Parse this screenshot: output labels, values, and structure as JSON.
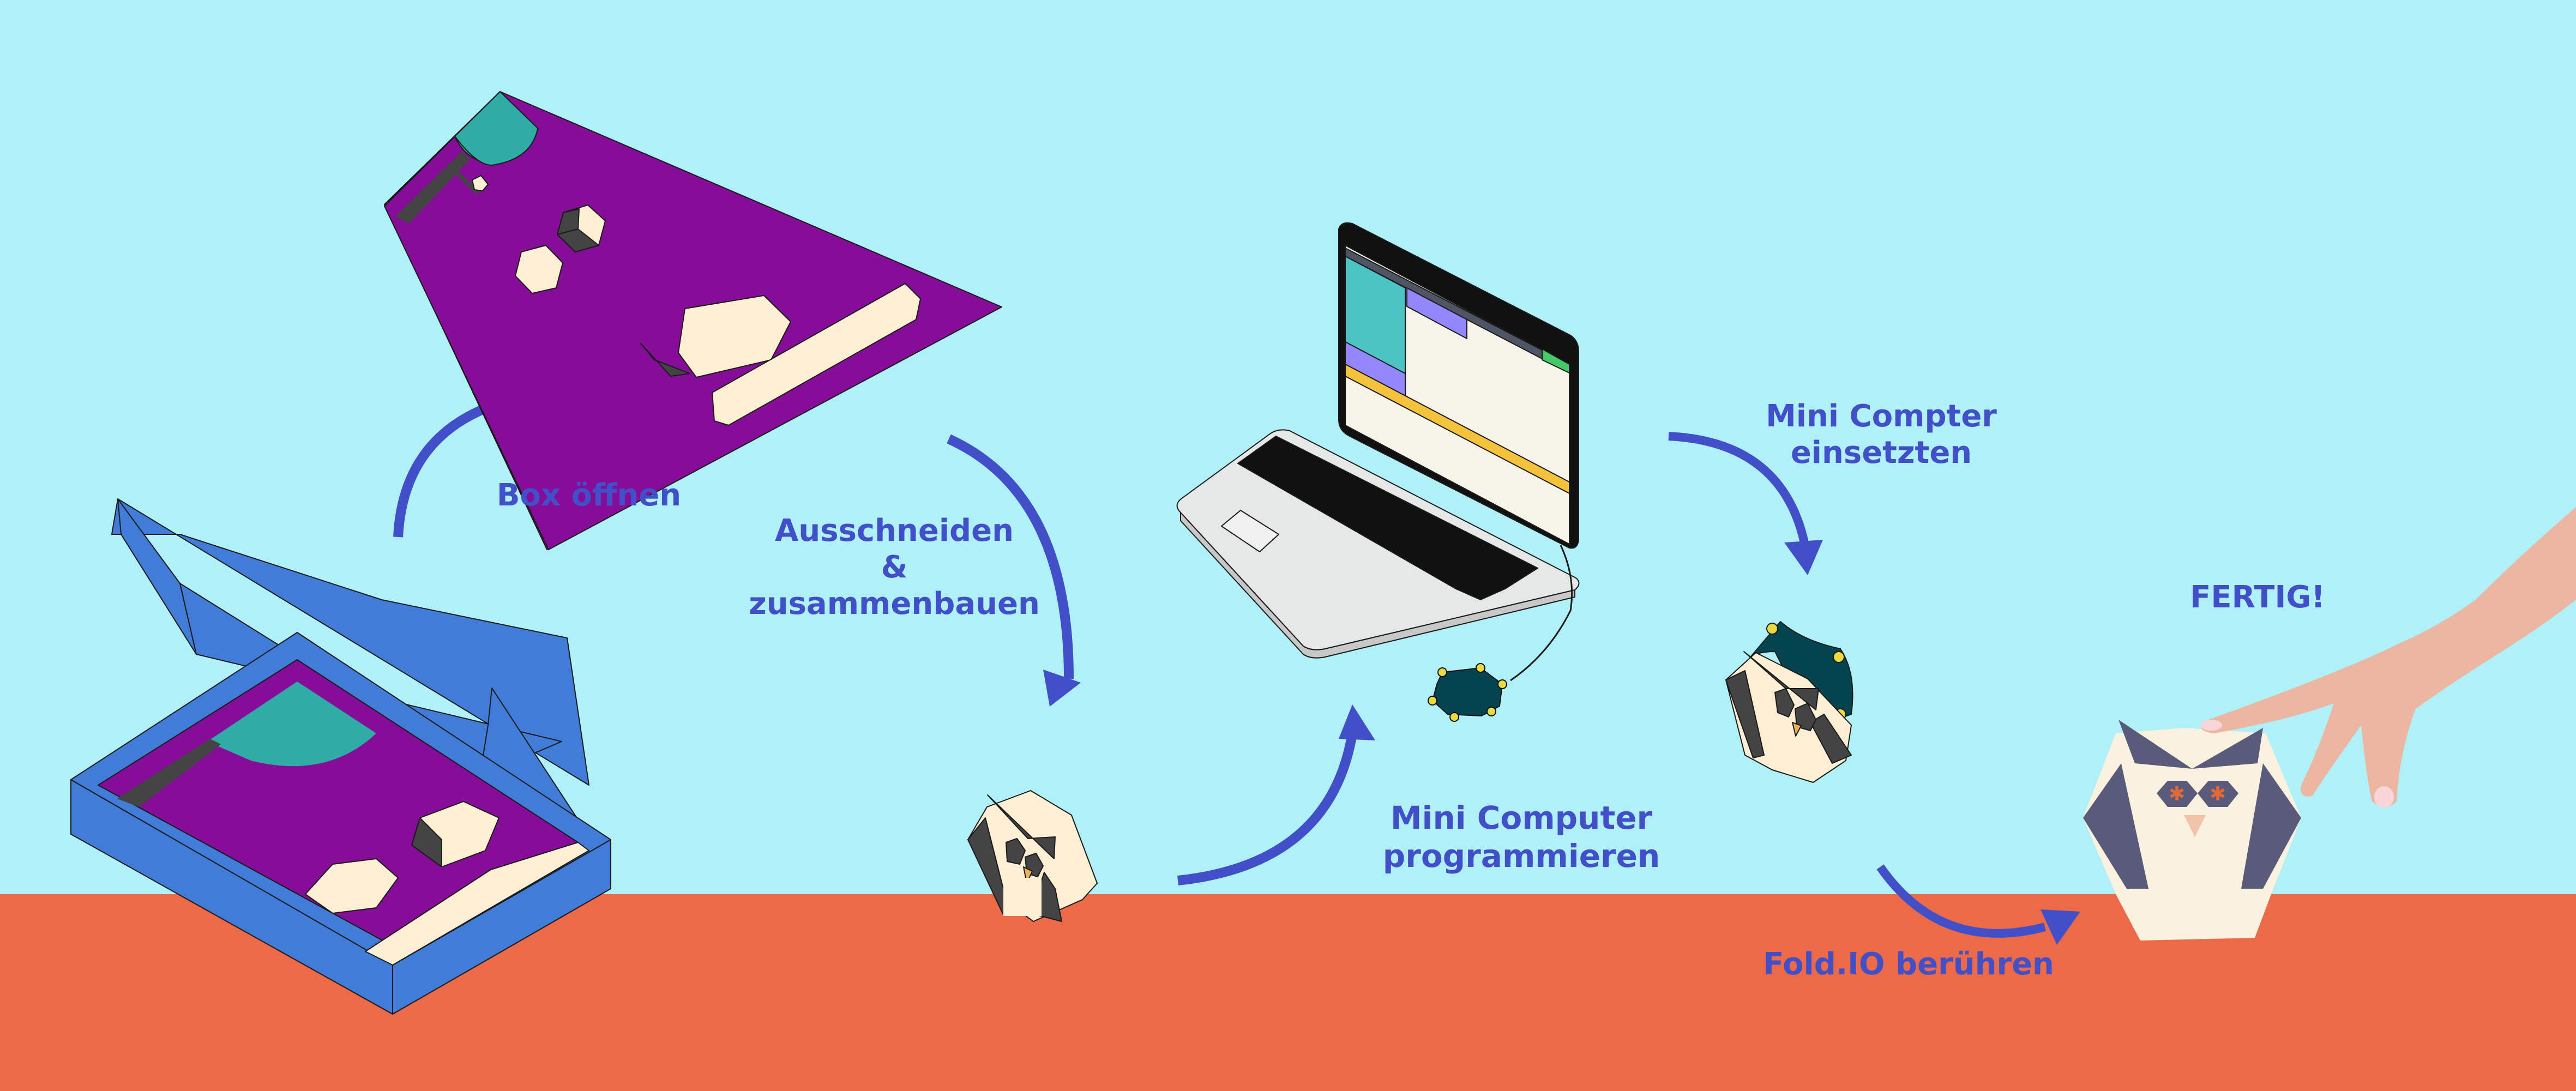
{
  "scene": {
    "title": "Fold.IO Anleitung",
    "colors": {
      "sky": "#B0F0F8",
      "floor": "#EC6A47",
      "accent_text": "#4150C8",
      "box_blue": "#417DD8",
      "board_purple": "#860D98",
      "board_teal": "#2FACA6",
      "paper_cream": "#FEEED3",
      "paper_dark": "#444444",
      "pcb_teal": "#044450",
      "pad_yellow": "#EBD940",
      "owl_navy": "#5A5A7A"
    }
  },
  "steps": [
    {
      "id": "open-box",
      "lines": [
        "Box öffnen"
      ]
    },
    {
      "id": "cut-assemble",
      "lines": [
        "Ausschneiden",
        "&",
        "zusammenbauen"
      ]
    },
    {
      "id": "program",
      "lines": [
        "Mini Computer",
        "programmieren"
      ]
    },
    {
      "id": "insert",
      "lines": [
        "Mini Compter",
        "einsetzten"
      ]
    },
    {
      "id": "touch",
      "lines": [
        "Fold.IO berühren"
      ]
    },
    {
      "id": "done",
      "lines": [
        "FERTIG!"
      ]
    }
  ],
  "illustrations": {
    "box": "open-box-illustration",
    "cut_sheet": "cutout-sheet-illustration",
    "owl_assembled": "paper-owl-illustration",
    "laptop": "laptop-illustration",
    "microcontroller": "microcontroller-board",
    "owl_with_board": "owl-with-board-illustration",
    "final_photo": "finished-owl-photo"
  }
}
